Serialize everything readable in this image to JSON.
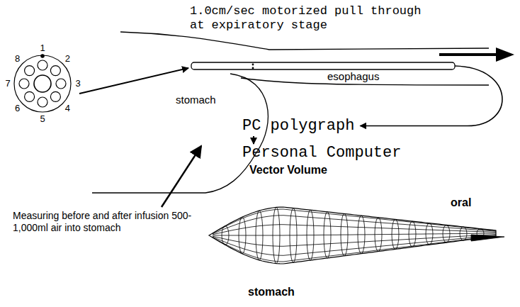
{
  "diagram": {
    "nodes": [
      {
        "text": [
          "PC polygraph"
        ]
      },
      {
        "text": [
          "Personal Computer"
        ]
      }
    ],
    "edges": [
      {
        "from": 0,
        "to": 1,
        "arrow": "to"
      }
    ],
    "labels": [
      "1.0cm/sec motorized pull through at expiratory stage",
      "1",
      "2",
      "3",
      "4",
      "5",
      "6",
      "7",
      "8",
      "esophagus",
      "stomach",
      "Measuring before and after infusion 500-1,000ml air into stomach",
      "Vector Volume",
      "oral",
      "stomach"
    ]
  }
}
